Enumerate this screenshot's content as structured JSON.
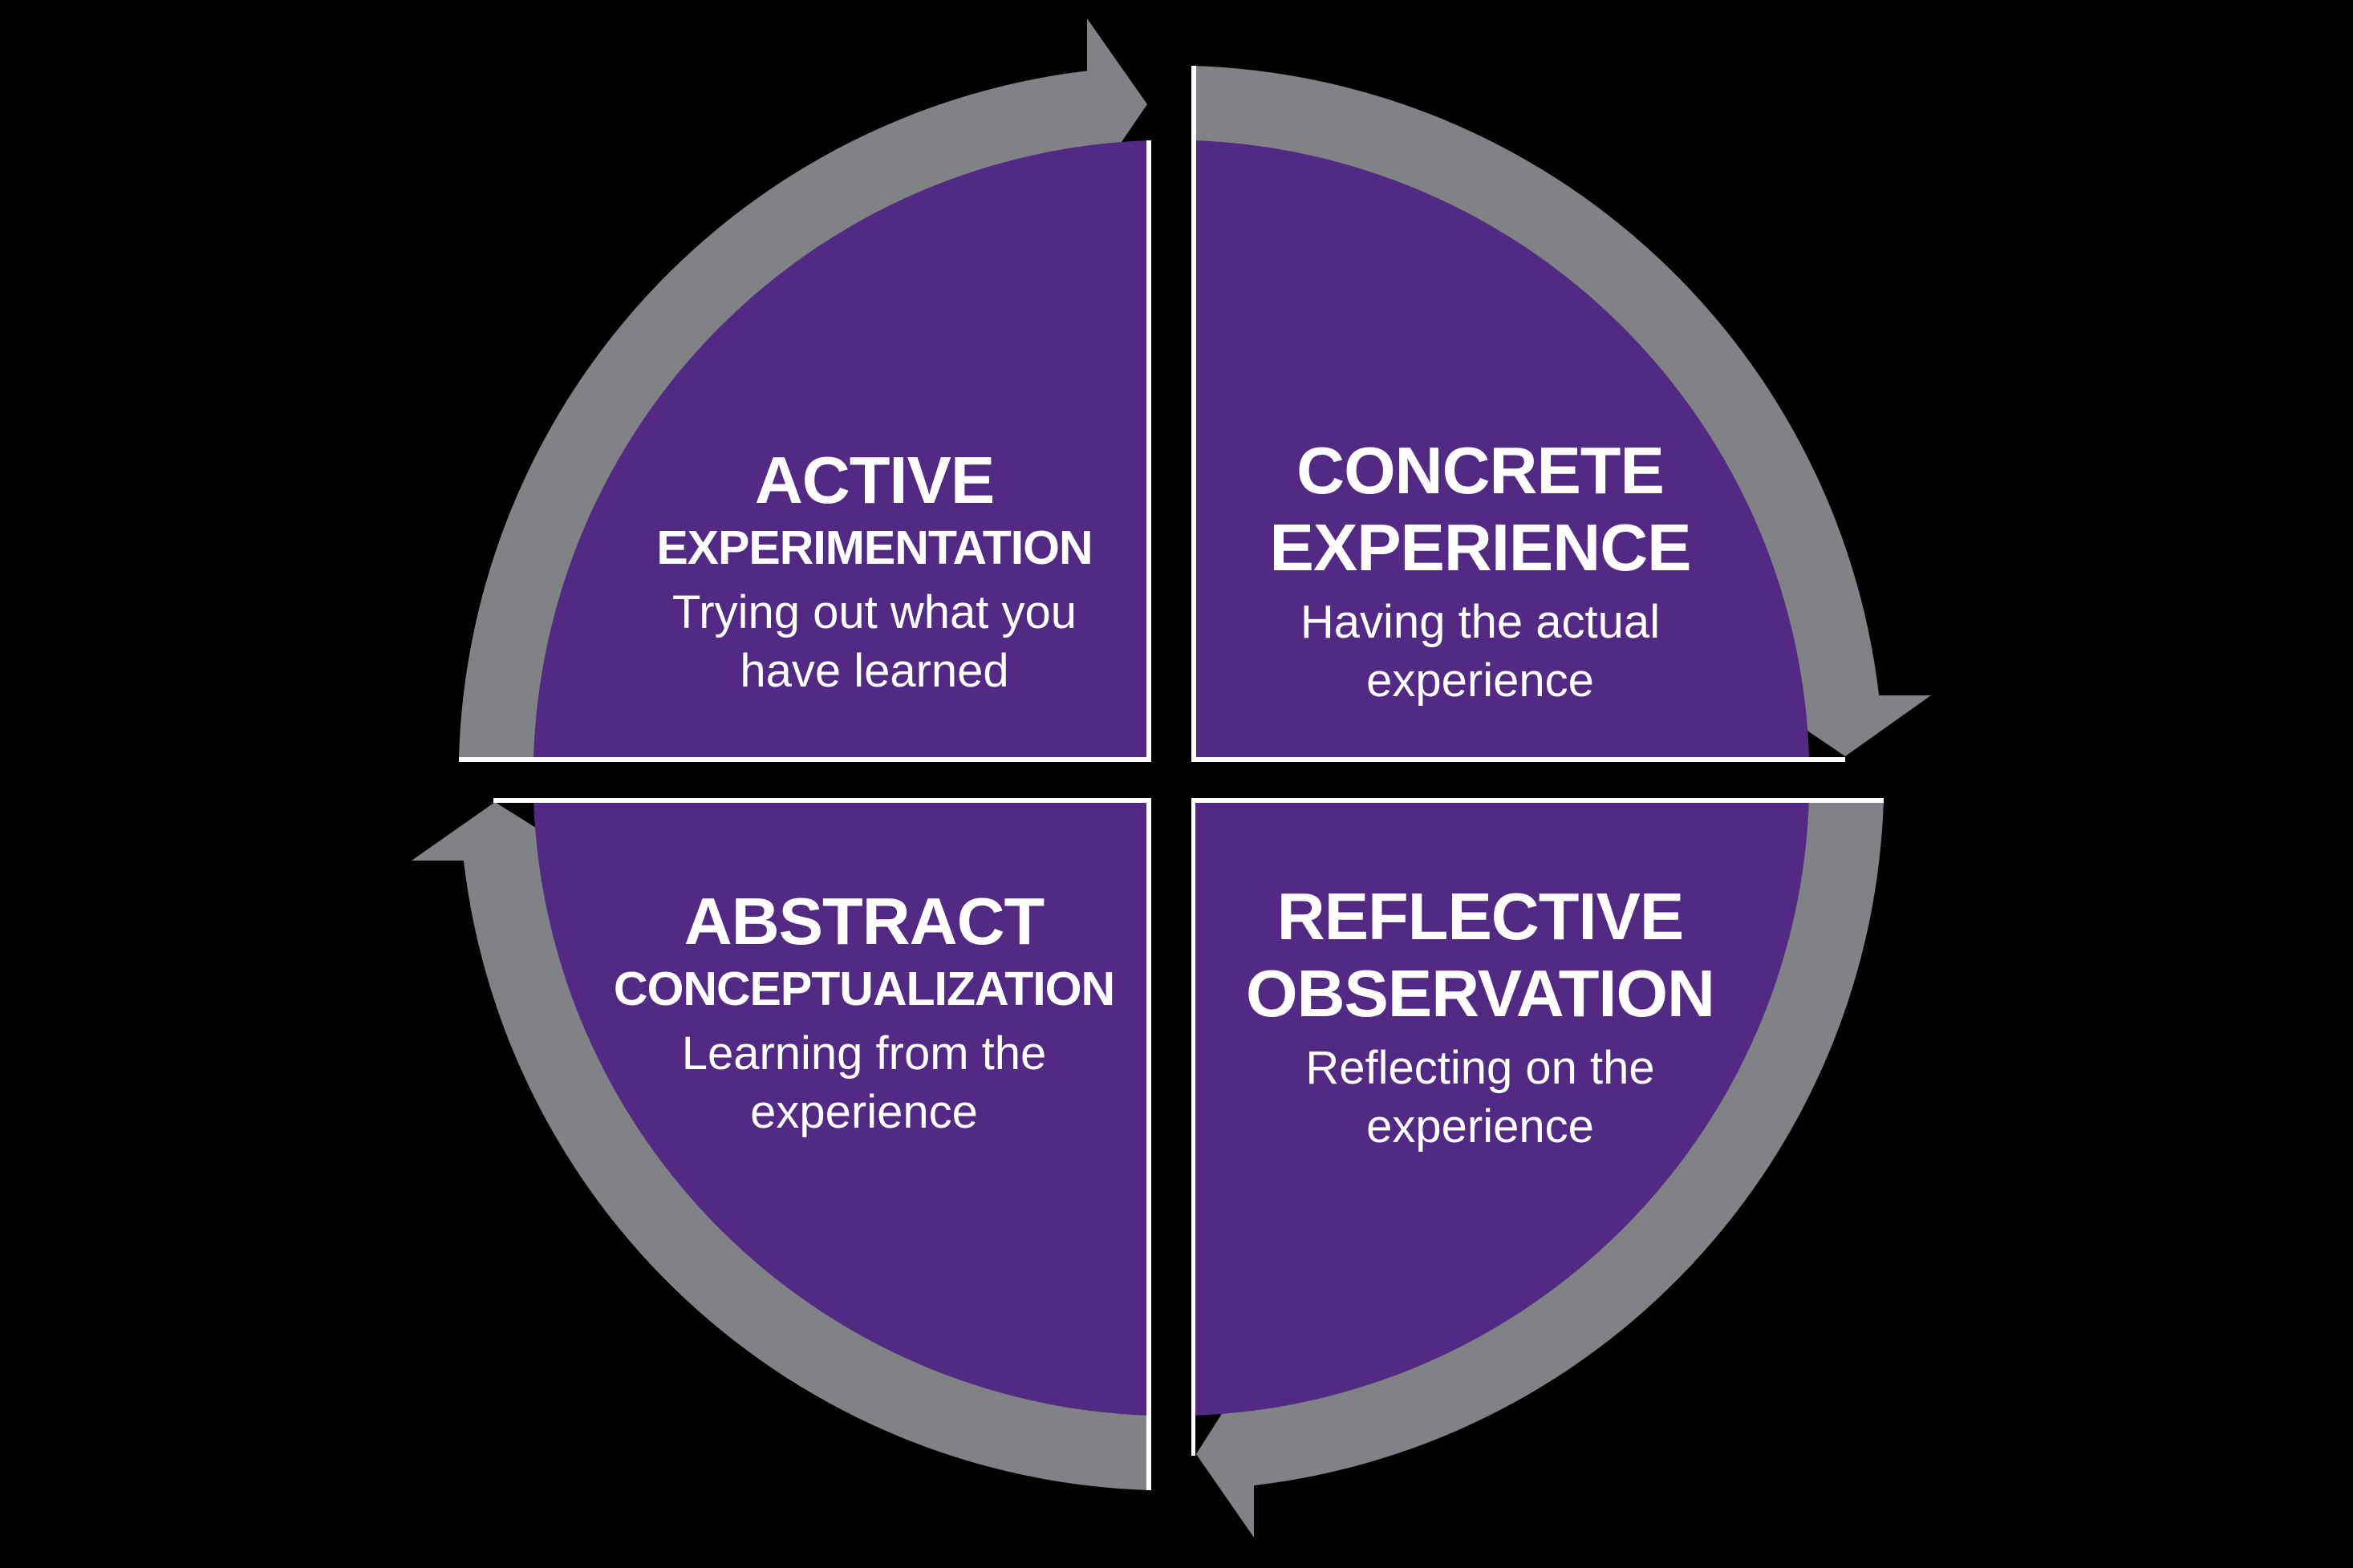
{
  "colors": {
    "background": "#000000",
    "quadrant": "#522A84",
    "ring": "#808285",
    "divider": "#FFFFFF",
    "text": "#FFFFFF"
  },
  "quadrants": [
    {
      "id": "active-experimentation",
      "position": "top-left",
      "heading_line1": "ACTIVE",
      "heading_line2": "EXPERIMENTATION",
      "subtitle_line1": "Trying out what you",
      "subtitle_line2": "have learned"
    },
    {
      "id": "concrete-experience",
      "position": "top-right",
      "heading_line1": "CONCRETE",
      "heading_line2": "EXPERIENCE",
      "subtitle_line1": "Having the actual",
      "subtitle_line2": "experience"
    },
    {
      "id": "abstract-conceptualization",
      "position": "bottom-left",
      "heading_line1": "ABSTRACT",
      "heading_line2": "CONCEPTUALIZATION",
      "subtitle_line1": "Learning from the",
      "subtitle_line2": "experience"
    },
    {
      "id": "reflective-observation",
      "position": "bottom-right",
      "heading_line1": "REFLECTIVE",
      "heading_line2": "OBSERVATION",
      "subtitle_line1": "Reflecting on the",
      "subtitle_line2": "experience"
    }
  ],
  "arrows": [
    {
      "name": "arrowhead-right-icon",
      "location": "top",
      "direction": "clockwise-right"
    },
    {
      "name": "arrowhead-down-icon",
      "location": "right",
      "direction": "clockwise-down"
    },
    {
      "name": "arrowhead-left-icon",
      "location": "bottom",
      "direction": "clockwise-left"
    },
    {
      "name": "arrowhead-up-icon",
      "location": "left",
      "direction": "clockwise-up"
    }
  ]
}
